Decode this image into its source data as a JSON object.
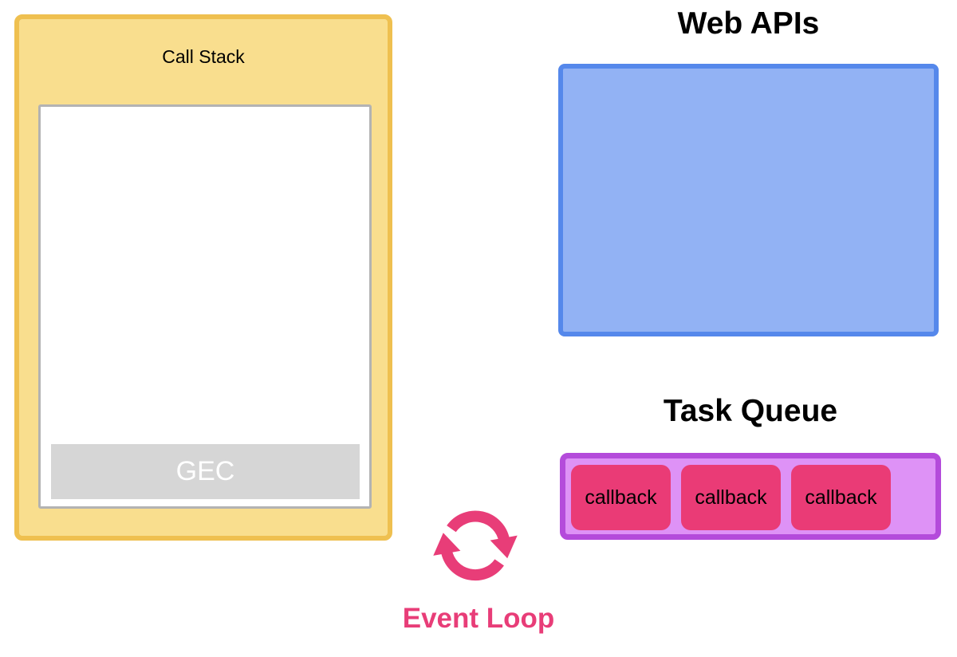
{
  "canvas": {
    "background": "#FFFFFF",
    "ink": "#000000"
  },
  "call_stack": {
    "title": "Call Stack",
    "gec_label": "GEC",
    "colors": {
      "fill": "#F9DE8E",
      "border": "#EFC050",
      "inner_border": "#B3B3B3",
      "gec_bg": "#D6D6D6",
      "gec_text": "#FFFFFF"
    }
  },
  "web_apis": {
    "title": "Web APIs",
    "colors": {
      "fill": "#92B2F4",
      "border": "#5588EB"
    }
  },
  "task_queue": {
    "title": "Task Queue",
    "items": [
      {
        "label": "callback"
      },
      {
        "label": "callback"
      },
      {
        "label": "callback"
      }
    ],
    "colors": {
      "fill": "#DE92F6",
      "border": "#B44BDB",
      "item_bg": "#EA3B76",
      "item_text": "#000000"
    }
  },
  "event_loop": {
    "label": "Event Loop",
    "icon": "sync-arrows-icon",
    "colors": {
      "accent": "#E83D78"
    }
  }
}
